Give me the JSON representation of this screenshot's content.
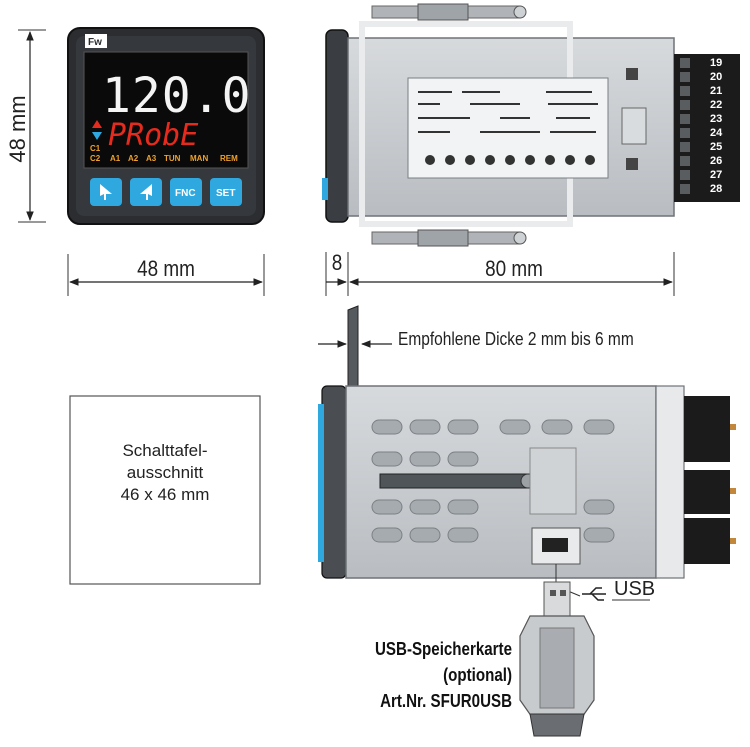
{
  "dimensions": {
    "front_height": "48 mm",
    "front_width": "48 mm",
    "bezel_depth": "8",
    "body_depth": "80 mm"
  },
  "panel_note": "Empfohlene Dicke 2 mm bis 6 mm",
  "cutout": {
    "line1": "Schalttafel-",
    "line2": "ausschnitt",
    "line3": "46 x 46 mm"
  },
  "usb_label": "USB",
  "usb_card": {
    "line1": "USB-Speicherkarte",
    "line2": "(optional)",
    "line3": "Art.Nr. SFUR0USB"
  },
  "display": {
    "brand": "Fw",
    "main_value": "120.0",
    "sub_text": "PRobE",
    "indicators": [
      "C1",
      "C2",
      "A1",
      "A2",
      "A3",
      "TUN",
      "MAN",
      "REM"
    ],
    "buttons": [
      "FNC",
      "SET"
    ]
  },
  "terminals": [
    "19",
    "20",
    "21",
    "22",
    "23",
    "24",
    "25",
    "26",
    "27",
    "28"
  ],
  "colors": {
    "bezel": "#2b2d30",
    "display_bg": "#0a0a0a",
    "red_segments": "#e52b1e",
    "indicator_orange": "#f0a12a",
    "button_blue": "#2fa8e0",
    "housing_gray": "#c9cccf",
    "terminal_black": "#1b1b1b"
  }
}
